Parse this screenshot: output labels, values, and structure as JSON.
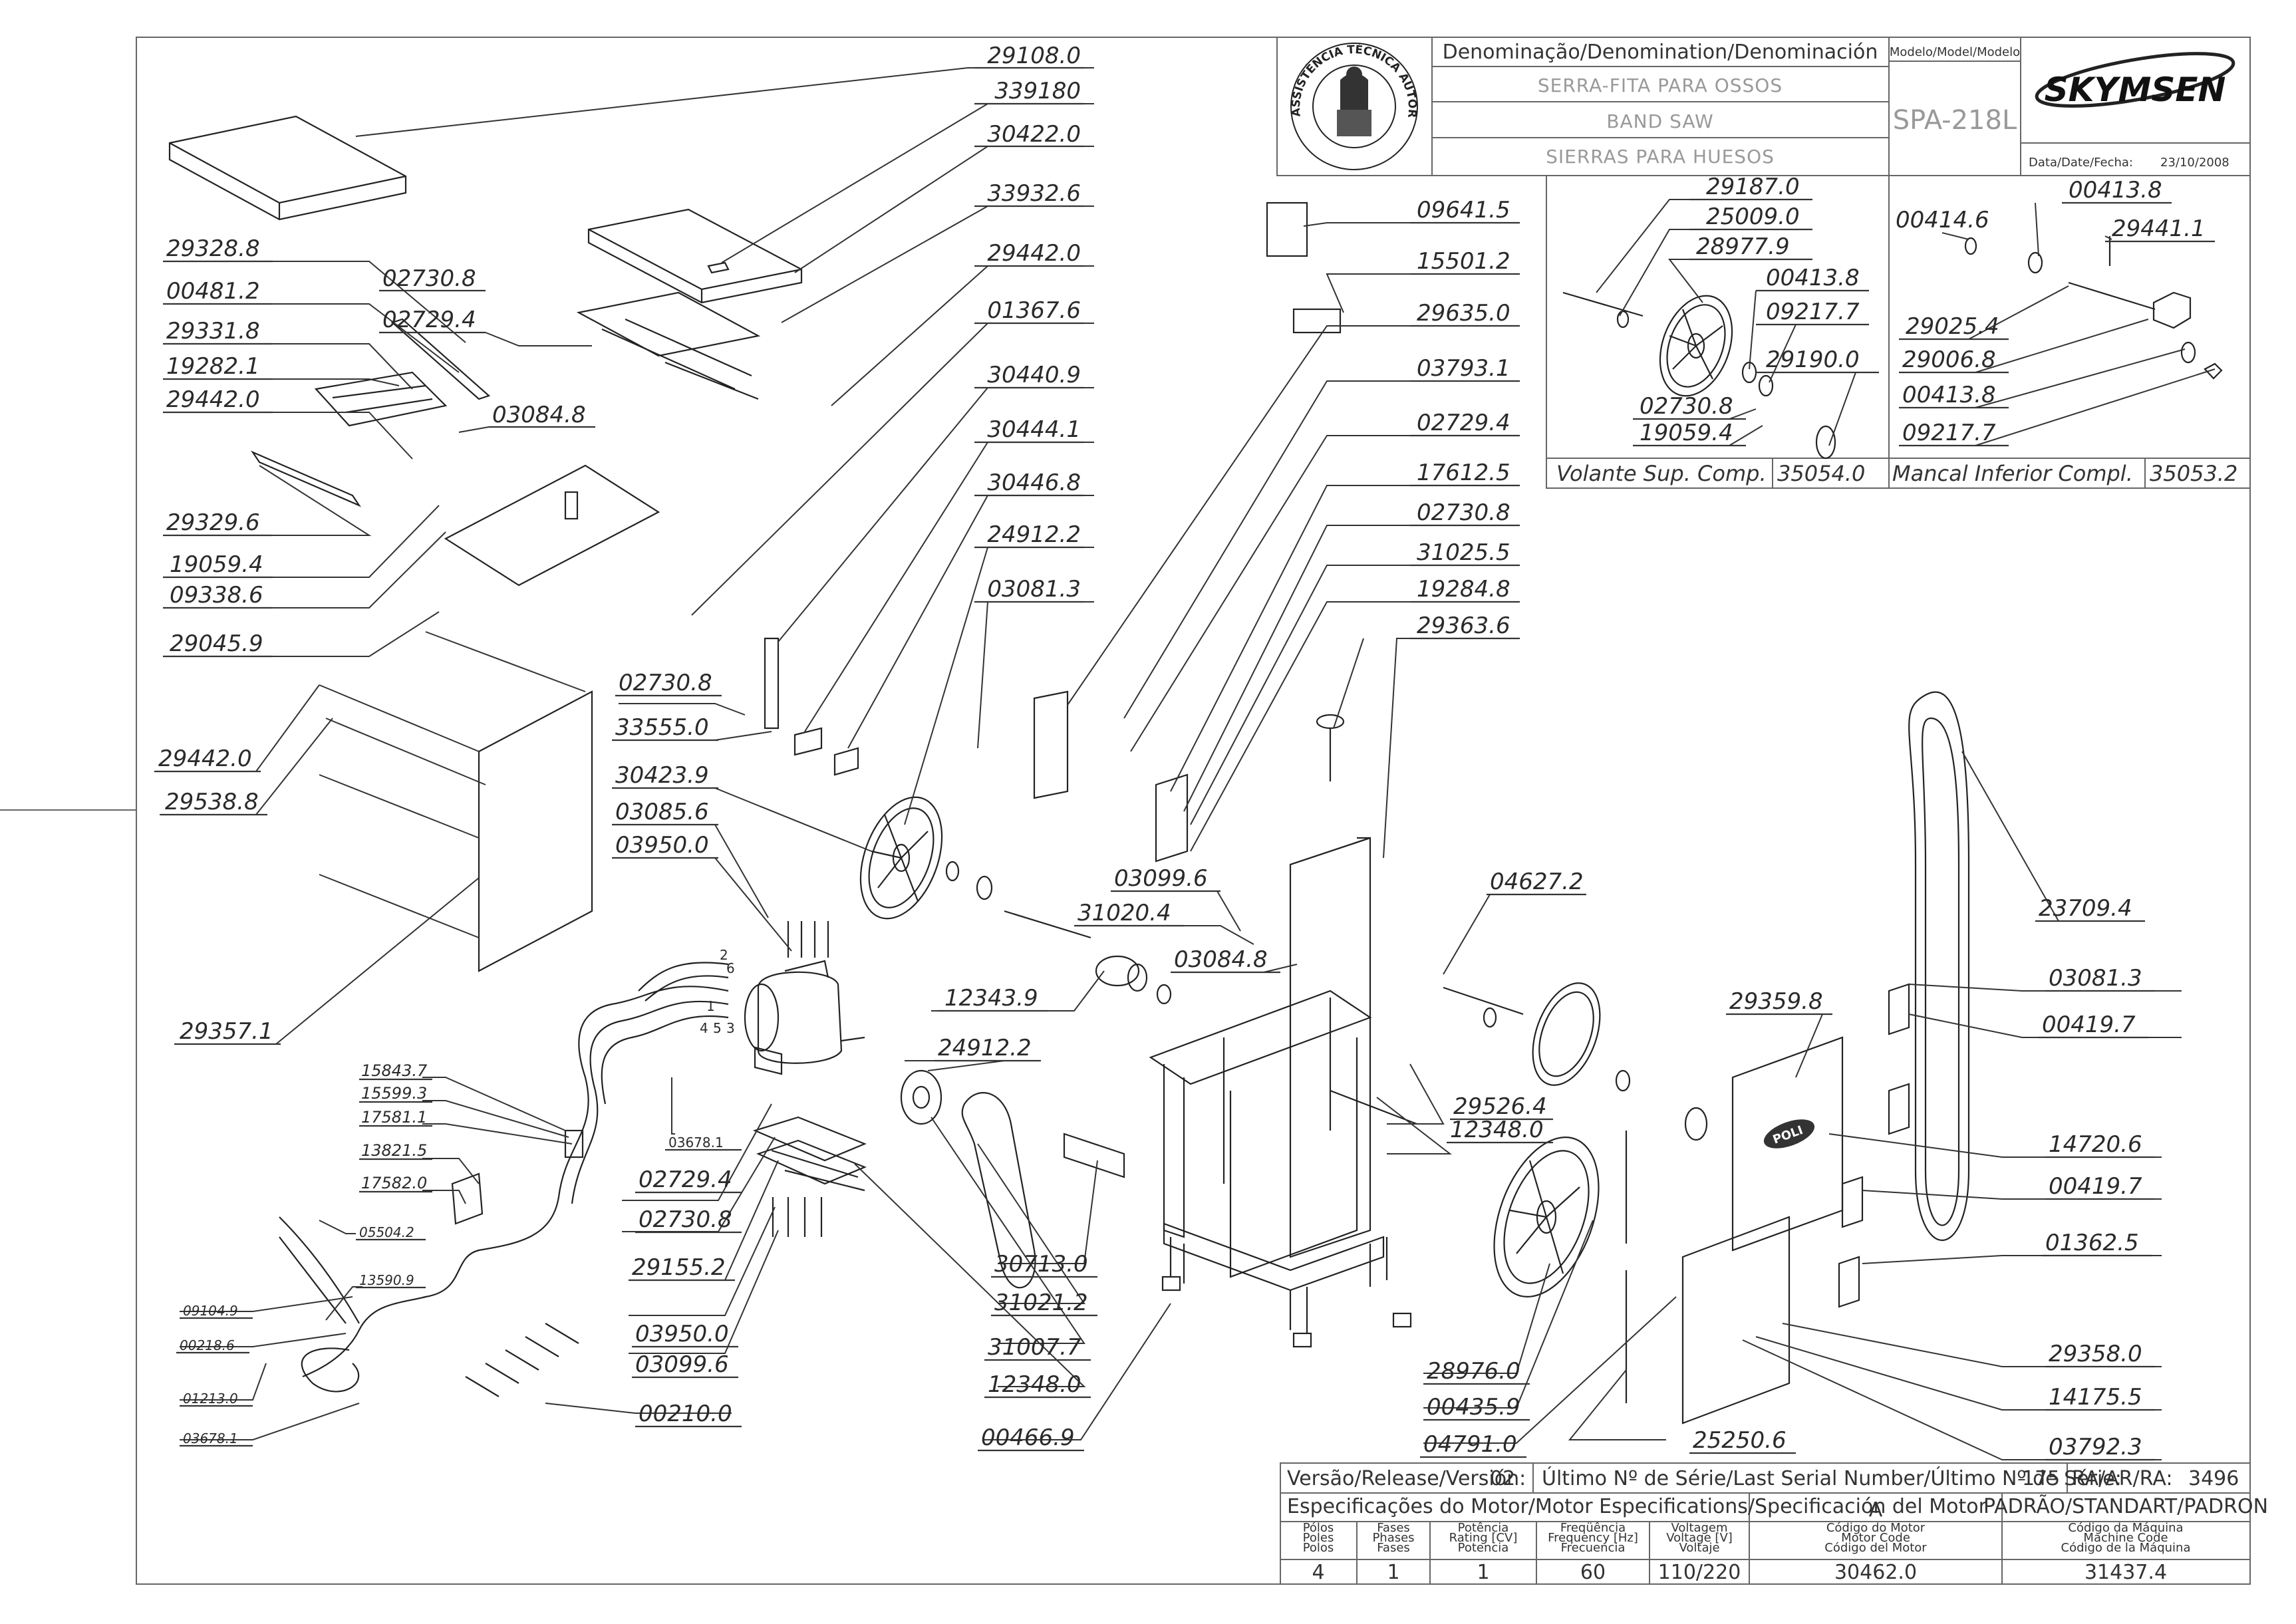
{
  "header": {
    "denomination_label": "Denominação/Denomination/Denominación",
    "model_label": "Modelo/Model/Modelo",
    "name_pt": "SERRA-FITA PARA OSSOS",
    "name_en": "BAND SAW",
    "name_es": "SIERRAS PARA HUESOS",
    "model": "SPA-218L",
    "brand": "SKYMSEN",
    "date_label": "Data/Date/Fecha:",
    "date": "23/10/2008",
    "seal_text": "ASSISTÊNCIA TÉCNICA AUTORIZADA"
  },
  "insets": {
    "left_title": "Volante Sup. Comp.",
    "left_code": "35054.0",
    "right_title": "Mancal Inferior Compl.",
    "right_code": "35053.2"
  },
  "footer": {
    "version_label": "Versão/Release/Versión:",
    "version": "02",
    "serial_label": "Último Nº de Série/Last Serial Number/Último Nº de Série:",
    "serial": "175",
    "ra_label": "RA/AR/RA:",
    "ra": "3496",
    "motor_spec_label": "Especificações do Motor/Motor Especifications/Specificación del Motor",
    "motor_spec_value": "A",
    "standard_label": "PADRÃO/STANDART/PADRON",
    "columns": [
      {
        "l1": "Pólos",
        "l2": "Poles",
        "l3": "Polos",
        "value": "4"
      },
      {
        "l1": "Fases",
        "l2": "Phases",
        "l3": "Fases",
        "value": "1"
      },
      {
        "l1": "Potência",
        "l2": "Rating [CV]",
        "l3": "Potencia",
        "value": "1"
      },
      {
        "l1": "Freqüência",
        "l2": "Frequency [Hz]",
        "l3": "Frecuencia",
        "value": "60"
      },
      {
        "l1": "Voltagem",
        "l2": "Voltage [V]",
        "l3": "Voltaje",
        "value": "110/220"
      },
      {
        "l1": "Código do Motor",
        "l2": "Motor Code",
        "l3": "Código del Motor",
        "value": "30462.0"
      },
      {
        "l1": "Código da Máquina",
        "l2": "Machine Code",
        "l3": "Código de la Máquina",
        "value": "31437.4"
      }
    ]
  },
  "part_labels": [
    "29108.0",
    "339180",
    "30422.0",
    "33932.6",
    "29442.0",
    "01367.6",
    "30440.9",
    "30444.1",
    "30446.8",
    "24912.2",
    "03081.3",
    "29328.8",
    "00481.2",
    "29331.8",
    "19282.1",
    "29442.0",
    "29329.6",
    "02730.8",
    "02729.4",
    "03084.8",
    "19059.4",
    "09338.6",
    "29045.9",
    "02730.8",
    "33555.0",
    "29442.0",
    "29538.8",
    "30423.9",
    "03085.6",
    "03950.0",
    "29357.1",
    "09641.5",
    "15501.2",
    "29635.0",
    "03793.1",
    "02729.4",
    "17612.5",
    "02730.8",
    "31025.5",
    "19284.8",
    "29363.6",
    "29187.0",
    "25009.0",
    "28977.9",
    "00413.8",
    "09217.7",
    "29190.0",
    "02730.8",
    "19059.4",
    "00414.6",
    "00413.8",
    "29441.1",
    "29025.4",
    "29006.8",
    "00413.8",
    "09217.7",
    "03099.6",
    "31020.4",
    "03084.8",
    "04627.2",
    "12343.9",
    "24912.2",
    "23709.4",
    "03081.3",
    "29359.8",
    "00419.7",
    "29526.4",
    "12348.0",
    "14720.6",
    "00419.7",
    "01362.5",
    "29358.0",
    "14175.5",
    "03792.3",
    "02729.4",
    "02730.8",
    "29155.2",
    "03950.0",
    "03099.6",
    "30713.0",
    "31021.2",
    "31007.7",
    "12348.0",
    "00466.9",
    "28976.0",
    "00435.9",
    "04791.0",
    "25250.6",
    "00210.0",
    "15843.7",
    "15599.3",
    "17581.1",
    "13821.5",
    "17582.0",
    "05504.2",
    "13590.9",
    "09104.9",
    "00218.6",
    "01213.0",
    "03678.1",
    "03678.1"
  ],
  "wire_numbers": [
    "2",
    "6",
    "1",
    "4",
    "5",
    "3"
  ],
  "badge_text": "POLI"
}
